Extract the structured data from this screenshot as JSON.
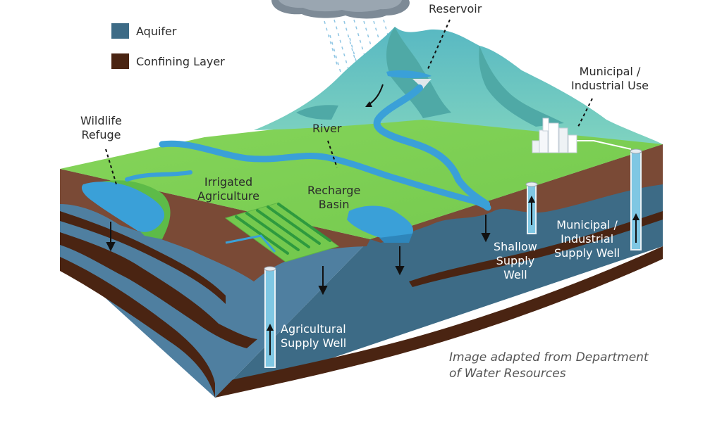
{
  "legend": {
    "items": [
      {
        "label": "Aquifer",
        "color": "#3d6b86"
      },
      {
        "label": "Confining Layer",
        "color": "#4a2412"
      }
    ]
  },
  "labels": {
    "reservoir": "Reservoir",
    "municipal_use": [
      "Municipal /",
      "Industrial Use"
    ],
    "wildlife_refuge": [
      "Wildlife",
      "Refuge"
    ],
    "river": "River",
    "irrigated_agriculture": [
      "Irrigated",
      "Agriculture"
    ],
    "recharge_basin": [
      "Recharge",
      "Basin"
    ],
    "shallow_well": [
      "Shallow",
      "Supply",
      "Well"
    ],
    "municipal_well": [
      "Municipal /",
      "Industrial",
      "Supply Well"
    ],
    "agricultural_well": [
      "Agricultural",
      "Supply Well"
    ]
  },
  "credit": [
    "Image adapted from Department",
    "of Water Resources"
  ],
  "colors": {
    "aquifer": "#3d6b86",
    "aquifer_light": "#4f7fa0",
    "confining": "#4a2412",
    "soil": "#7a4a36",
    "grass": "#7fce55",
    "grass_dark": "#5dbb48",
    "water": "#3aa0d8",
    "mountain": "#6cc8c2",
    "mountain_dark": "#4fa9a6"
  }
}
